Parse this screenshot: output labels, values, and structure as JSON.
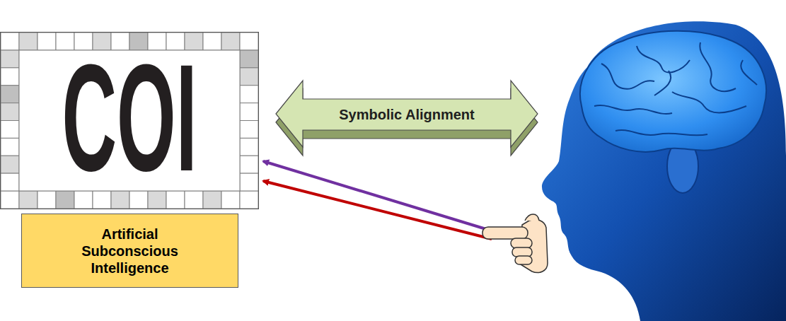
{
  "diagram": {
    "nodes": [
      {
        "text": [
          "COI"
        ]
      },
      {
        "text": [
          "Artificial Subconscious Intelligence"
        ]
      },
      {
        "text": [
          "Symbolic Alignment"
        ]
      }
    ]
  }
}
